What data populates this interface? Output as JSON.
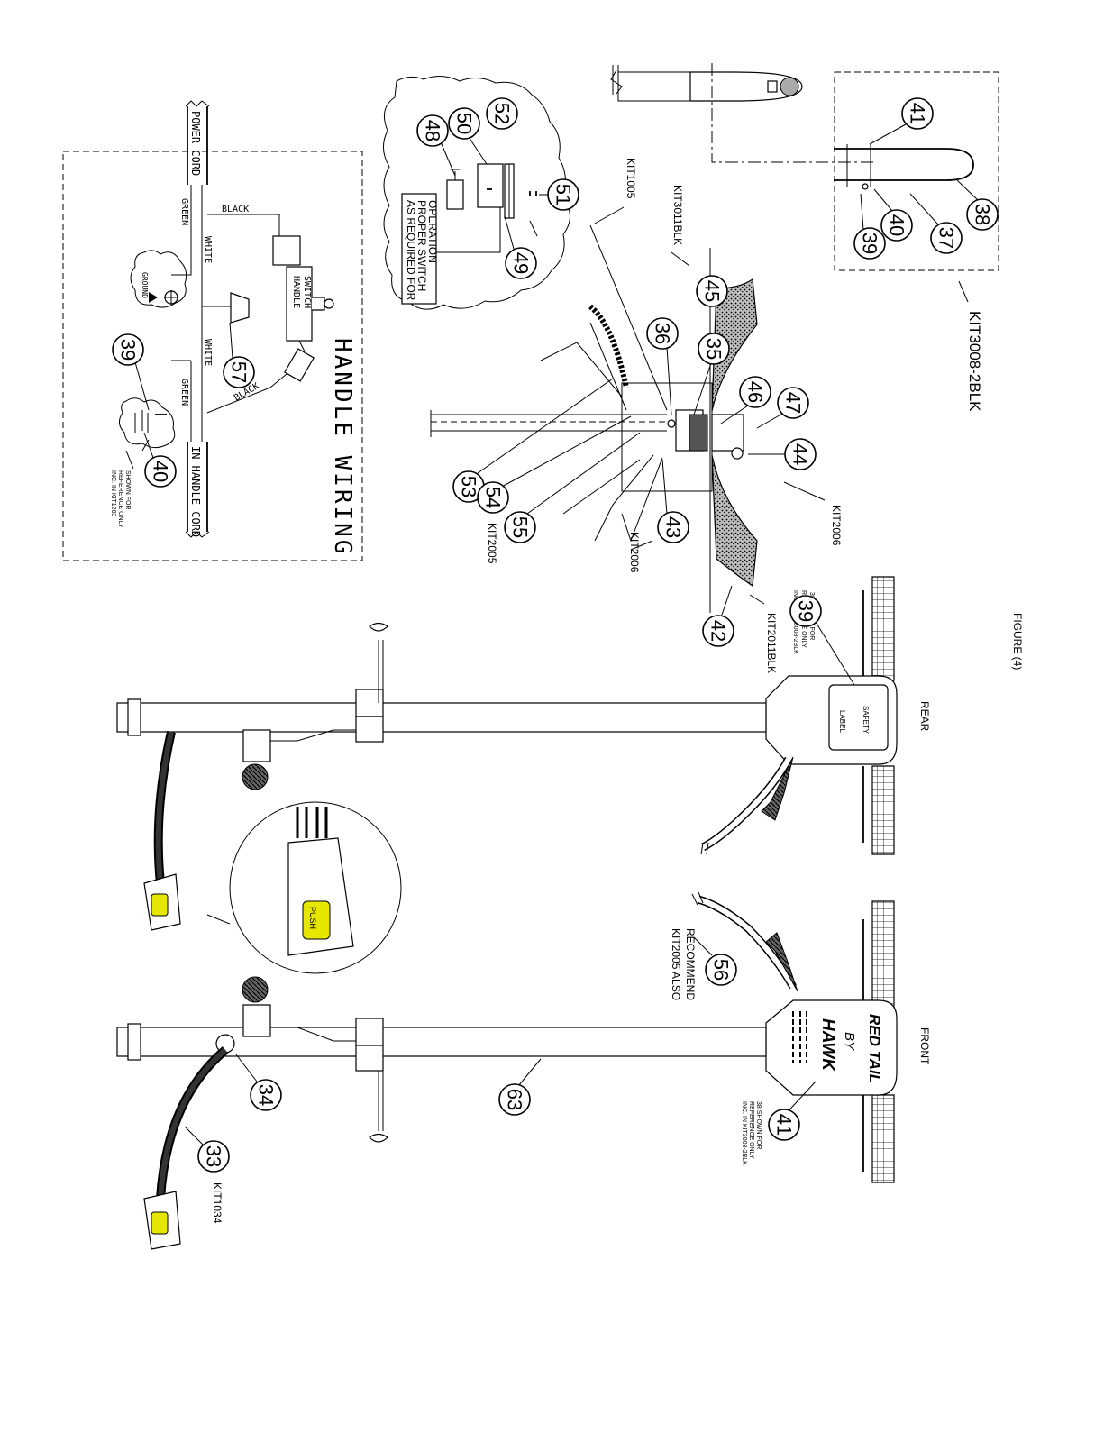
{
  "figure": {
    "label": "FIGURE (4)"
  },
  "views": {
    "rear": "REAR",
    "front": "FRONT"
  },
  "kits": {
    "k3008": "KIT3008-2BLK",
    "k1005": "KIT1005",
    "k3011": "KIT3011BLK",
    "k2006a": "KIT2006",
    "k2006b": "KIT2006",
    "k2005": "KIT2005",
    "k2011": "KIT2011BLK",
    "k1034": "KIT1034"
  },
  "notes": {
    "switch_op": [
      "AS REQUIRED FOR",
      "PROPER SWITCH",
      "OPERATION"
    ],
    "recommend": [
      "RECOMMEND",
      "KIT2005 ALSO"
    ],
    "ref39": [
      "39 SHOWN FOR",
      "REFERENCE ONLY",
      "INC. IN KIT3008-2BLK"
    ],
    "ref41": [
      "38 SHOWN FOR",
      "REFERENCE ONLY",
      "INC. IN KIT3008-2BLK"
    ],
    "ref40": [
      "SHOWN FOR",
      "REFERENCE ONLY",
      "INC. IN KIT1203"
    ]
  },
  "safety_label": [
    "SAFETY",
    "LABEL"
  ],
  "brand": [
    "RED TAIL",
    "BY",
    "HAWK"
  ],
  "push": "PUSH",
  "wiring": {
    "title": "HANDLE WIRING",
    "power_cord": "POWER CORD",
    "in_handle_cord": "IN HANDLE CORD",
    "handle_switch": [
      "HANDLE",
      "SWITCH"
    ],
    "black1": "BLACK",
    "black2": "BLACK",
    "green1": "GREEN",
    "green2": "GREEN",
    "white1": "WHITE",
    "white2": "WHITE",
    "ground": "GROUND"
  },
  "balloons": [
    "41",
    "38",
    "37",
    "40",
    "39",
    "52",
    "50",
    "48",
    "51",
    "49",
    "45",
    "36",
    "35",
    "46",
    "47",
    "44",
    "43",
    "53",
    "54",
    "55",
    "57",
    "39",
    "40",
    "42",
    "39",
    "56",
    "41",
    "34",
    "63",
    "33"
  ]
}
